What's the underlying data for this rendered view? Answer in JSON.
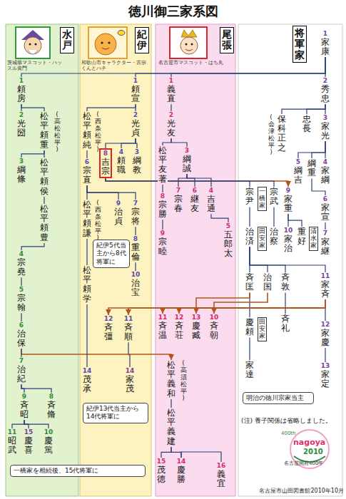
{
  "diagram": {
    "title": "徳川御三家系図",
    "nodes": [
      {
        "text": [
          "水戸"
        ]
      },
      {
        "text": [
          "紀伊"
        ]
      },
      {
        "text": [
          "尾張"
        ]
      },
      {
        "text": [
          "将軍家"
        ]
      },
      {
        "text": [
          "1",
          "家康"
        ]
      },
      {
        "text": [
          "2",
          "秀忠"
        ]
      },
      {
        "text": [
          "保科正之"
        ]
      },
      {
        "text": [
          "忠長"
        ]
      },
      {
        "text": [
          "3",
          "家光"
        ]
      },
      {
        "text": [
          "綱重"
        ]
      },
      {
        "text": [
          "4",
          "家綱"
        ]
      },
      {
        "text": [
          "5",
          "綱吉"
        ]
      },
      {
        "text": [
          "6",
          "家宣"
        ]
      },
      {
        "text": [
          "7",
          "家継"
        ]
      },
      {
        "text": [
          "宗武"
        ]
      },
      {
        "text": [
          "宗尹"
        ]
      },
      {
        "text": [
          "9",
          "家重"
        ]
      },
      {
        "text": [
          "治察"
        ]
      },
      {
        "text": [
          "治済"
        ]
      },
      {
        "text": [
          "重好"
        ]
      },
      {
        "text": [
          "10",
          "家治"
        ]
      },
      {
        "text": [
          "斉匡"
        ]
      },
      {
        "text": [
          "治国"
        ]
      },
      {
        "text": [
          "斉敦"
        ]
      },
      {
        "text": [
          "斉礼"
        ]
      },
      {
        "text": [
          "11",
          "家斉"
        ]
      },
      {
        "text": [
          "慶頼"
        ]
      },
      {
        "text": [
          "12",
          "家慶"
        ]
      },
      {
        "text": [
          "家達"
        ]
      },
      {
        "text": [
          "13",
          "家定"
        ]
      },
      {
        "text": [
          "1",
          "義直"
        ]
      },
      {
        "text": [
          "2",
          "光友"
        ]
      },
      {
        "text": [
          "3",
          "綱誠"
        ]
      },
      {
        "text": [
          "松平友著"
        ]
      },
      {
        "text": [
          "8",
          "宗勝"
        ]
      },
      {
        "text": [
          "7",
          "宗春"
        ]
      },
      {
        "text": [
          "6",
          "継友"
        ]
      },
      {
        "text": [
          "4",
          "吉通"
        ]
      },
      {
        "text": [
          "5",
          "五郎太"
        ]
      },
      {
        "text": [
          "9",
          "宗睦"
        ]
      },
      {
        "text": [
          "11",
          "斉温"
        ]
      },
      {
        "text": [
          "12",
          "斉荘"
        ]
      },
      {
        "text": [
          "13",
          "慶臧"
        ]
      },
      {
        "text": [
          "10",
          "斉朝"
        ]
      },
      {
        "text": [
          "松平義和"
        ]
      },
      {
        "text": [
          "松平義建"
        ]
      },
      {
        "text": [
          "15",
          "茂徳"
        ]
      },
      {
        "text": [
          "14",
          "慶勝"
        ]
      },
      {
        "text": [
          "16",
          "義宜"
        ]
      },
      {
        "text": [
          "1",
          "頼宣"
        ]
      },
      {
        "text": [
          "松平頼純"
        ]
      },
      {
        "text": [
          "2",
          "光貞"
        ]
      },
      {
        "text": [
          "6",
          "宗直"
        ]
      },
      {
        "text": [
          "8",
          "吉宗"
        ]
      },
      {
        "text": [
          "4",
          "頼職"
        ]
      },
      {
        "text": [
          "3",
          "綱教"
        ]
      },
      {
        "text": [
          "松平頼謙"
        ]
      },
      {
        "text": [
          "9",
          "治貞"
        ]
      },
      {
        "text": [
          "7",
          "宗将"
        ]
      },
      {
        "text": [
          "8",
          "重倫"
        ]
      },
      {
        "text": [
          "松平頼学"
        ]
      },
      {
        "text": [
          "10",
          "治宝"
        ]
      },
      {
        "text": [
          "12",
          "斉彊"
        ]
      },
      {
        "text": [
          "11",
          "斉順"
        ]
      },
      {
        "text": [
          "14",
          "茂承"
        ]
      },
      {
        "text": [
          "14",
          "家茂"
        ]
      },
      {
        "text": [
          "1",
          "頼房"
        ]
      },
      {
        "text": [
          "松平頼重"
        ]
      },
      {
        "text": [
          "2",
          "光圀"
        ]
      },
      {
        "text": [
          "松平頼侯"
        ]
      },
      {
        "text": [
          "3",
          "綱條"
        ]
      },
      {
        "text": [
          "松平頼豊"
        ]
      },
      {
        "text": [
          "4",
          "宗堯"
        ]
      },
      {
        "text": [
          "5",
          "宗翰"
        ]
      },
      {
        "text": [
          "6",
          "治保"
        ]
      },
      {
        "text": [
          "7",
          "治紀"
        ]
      },
      {
        "text": [
          "9",
          "斉昭"
        ]
      },
      {
        "text": [
          "8",
          "斉脩"
        ]
      },
      {
        "text": [
          "11",
          "昭武"
        ]
      },
      {
        "text": [
          "15",
          "慶喜"
        ]
      },
      {
        "text": [
          "10",
          "慶篤"
        ]
      },
      {
        "text": [
          "一橋家"
        ]
      },
      {
        "text": [
          "田安家"
        ]
      },
      {
        "text": [
          "清水家"
        ]
      },
      {
        "text": [
          "田安家"
        ]
      },
      {
        "text": [
          "紀伊5代当主から8代将軍に"
        ]
      },
      {
        "text": [
          "紀伊13代当主から14代将軍に"
        ]
      },
      {
        "text": [
          "一橋家を相続後、15代将軍に"
        ]
      },
      {
        "text": [
          "明治の徳川宗家当主"
        ]
      }
    ],
    "edges": [
      {
        "from": 4,
        "to": 5,
        "arrow": "none"
      },
      {
        "from": 4,
        "to": 30,
        "arrow": "none"
      },
      {
        "from": 4,
        "to": 49,
        "arrow": "none"
      },
      {
        "from": 4,
        "to": 66,
        "arrow": "none"
      },
      {
        "from": 5,
        "to": 8,
        "arrow": "none"
      },
      {
        "from": 5,
        "to": 7,
        "arrow": "none"
      },
      {
        "from": 5,
        "to": 6,
        "arrow": "none"
      },
      {
        "from": 8,
        "to": 10,
        "arrow": "none"
      },
      {
        "from": 8,
        "to": 9,
        "arrow": "none"
      },
      {
        "from": 8,
        "to": 11,
        "arrow": "none"
      },
      {
        "from": 9,
        "to": 12,
        "arrow": "none"
      },
      {
        "from": 12,
        "to": 13,
        "arrow": "none"
      },
      {
        "from": 53,
        "to": 16,
        "arrow": "to"
      },
      {
        "from": 53,
        "to": 14,
        "arrow": "none"
      },
      {
        "from": 53,
        "to": 15,
        "arrow": "none"
      },
      {
        "from": 16,
        "to": 20,
        "arrow": "none"
      },
      {
        "from": 16,
        "to": 19,
        "arrow": "none"
      },
      {
        "from": 15,
        "to": 18,
        "arrow": "none"
      },
      {
        "from": 14,
        "to": 17,
        "arrow": "none"
      },
      {
        "from": 18,
        "to": 25,
        "arrow": "none"
      },
      {
        "from": 18,
        "to": 21,
        "arrow": "none"
      },
      {
        "from": 18,
        "to": 22,
        "arrow": "none"
      },
      {
        "from": 18,
        "to": 23,
        "arrow": "none"
      },
      {
        "from": 23,
        "to": 24,
        "arrow": "none"
      },
      {
        "from": 21,
        "to": 26,
        "arrow": "none"
      },
      {
        "from": 26,
        "to": 28,
        "arrow": "none"
      },
      {
        "from": 25,
        "to": 27,
        "arrow": "none"
      },
      {
        "from": 27,
        "to": 29,
        "arrow": "none"
      },
      {
        "from": 25,
        "to": 40,
        "arrow": "to"
      },
      {
        "from": 25,
        "to": 41,
        "arrow": "to"
      },
      {
        "from": 25,
        "to": 63,
        "arrow": "to"
      },
      {
        "from": 25,
        "to": 62,
        "arrow": "to"
      },
      {
        "from": 21,
        "to": 42,
        "arrow": "to"
      },
      {
        "from": 22,
        "to": 43,
        "arrow": "to"
      },
      {
        "from": 63,
        "to": 65,
        "arrow": "none"
      },
      {
        "from": 30,
        "to": 31,
        "arrow": "none"
      },
      {
        "from": 31,
        "to": 32,
        "arrow": "none"
      },
      {
        "from": 31,
        "to": 33,
        "arrow": "none"
      },
      {
        "from": 32,
        "to": 37,
        "arrow": "none"
      },
      {
        "from": 32,
        "to": 36,
        "arrow": "none"
      },
      {
        "from": 32,
        "to": 35,
        "arrow": "none"
      },
      {
        "from": 37,
        "to": 38,
        "arrow": "none"
      },
      {
        "from": 33,
        "to": 34,
        "arrow": "none"
      },
      {
        "from": 34,
        "to": 39,
        "arrow": "none"
      },
      {
        "from": 74,
        "to": 44,
        "arrow": "to"
      },
      {
        "from": 44,
        "to": 45,
        "arrow": "none"
      },
      {
        "from": 45,
        "to": 47,
        "arrow": "none"
      },
      {
        "from": 45,
        "to": 46,
        "arrow": "none"
      },
      {
        "from": 47,
        "to": 48,
        "arrow": "none"
      },
      {
        "from": 49,
        "to": 51,
        "arrow": "none"
      },
      {
        "from": 49,
        "to": 50,
        "arrow": "none"
      },
      {
        "from": 51,
        "to": 55,
        "arrow": "none"
      },
      {
        "from": 51,
        "to": 54,
        "arrow": "none"
      },
      {
        "from": 51,
        "to": 53,
        "arrow": "none"
      },
      {
        "from": 50,
        "to": 52,
        "arrow": "none"
      },
      {
        "from": 52,
        "to": 57,
        "arrow": "none"
      },
      {
        "from": 52,
        "to": 58,
        "arrow": "none"
      },
      {
        "from": 52,
        "to": 56,
        "arrow": "none"
      },
      {
        "from": 58,
        "to": 59,
        "arrow": "none"
      },
      {
        "from": 59,
        "to": 61,
        "arrow": "none"
      },
      {
        "from": 56,
        "to": 60,
        "arrow": "none"
      },
      {
        "from": 60,
        "to": 64,
        "arrow": "none"
      },
      {
        "from": 66,
        "to": 68,
        "arrow": "none"
      },
      {
        "from": 66,
        "to": 67,
        "arrow": "none"
      },
      {
        "from": 67,
        "to": 70,
        "arrow": "none"
      },
      {
        "from": 67,
        "to": 69,
        "arrow": "none"
      },
      {
        "from": 69,
        "to": 71,
        "arrow": "none"
      },
      {
        "from": 71,
        "to": 72,
        "arrow": "none"
      },
      {
        "from": 72,
        "to": 73,
        "arrow": "none"
      },
      {
        "from": 73,
        "to": 74,
        "arrow": "none"
      },
      {
        "from": 74,
        "to": 75,
        "arrow": "none"
      },
      {
        "from": 75,
        "to": 76,
        "arrow": "none"
      },
      {
        "from": 75,
        "to": 77,
        "arrow": "none"
      },
      {
        "from": 76,
        "to": 80,
        "arrow": "none"
      },
      {
        "from": 76,
        "to": 78,
        "arrow": "none"
      },
      {
        "from": 76,
        "to": 79,
        "arrow": "none"
      }
    ],
    "labels": [
      "(会津松平)",
      "(高松松平)",
      "(西条松平)",
      "(西条松平)",
      "(高須松平)",
      "茨城県マスコット・ハッスル黄門",
      "和歌山市キャラクター・吉宗くんとハチ",
      "名古屋市マスコット・はち丸",
      "(注) 養子関係は省略しました。",
      "名古屋市山田図書館2010年10月",
      "nagoya",
      "400th",
      "2010",
      "名古屋開府400年"
    ]
  }
}
